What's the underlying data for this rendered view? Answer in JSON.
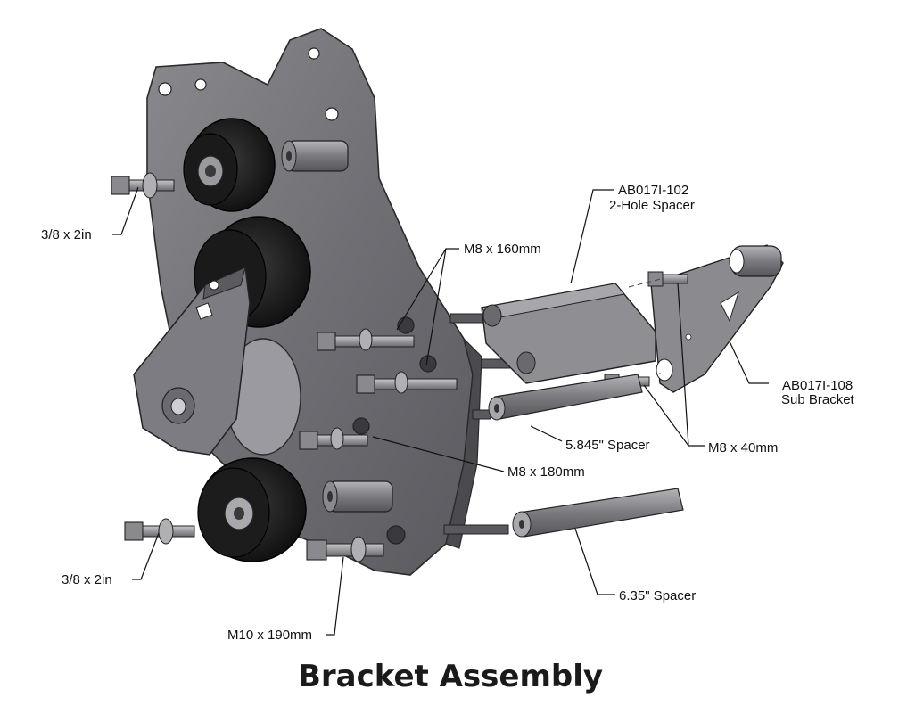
{
  "title": "Bracket Assembly",
  "callouts": {
    "spacer_2hole_part": "AB017I-102",
    "spacer_2hole_name": "2-Hole Spacer",
    "bolt_m8_160": "M8 x 160mm",
    "sub_bracket_part": "AB017I-108",
    "sub_bracket_name": "Sub Bracket",
    "bolt_38_top": "3/8 x 2in",
    "spacer_5845": "5.845\" Spacer",
    "bolt_m8_40": "M8 x 40mm",
    "bolt_m8_180": "M8 x 180mm",
    "bolt_38_bottom": "3/8 x 2in",
    "spacer_635": "6.35\" Spacer",
    "bolt_m10_190": "M10 x 190mm"
  }
}
